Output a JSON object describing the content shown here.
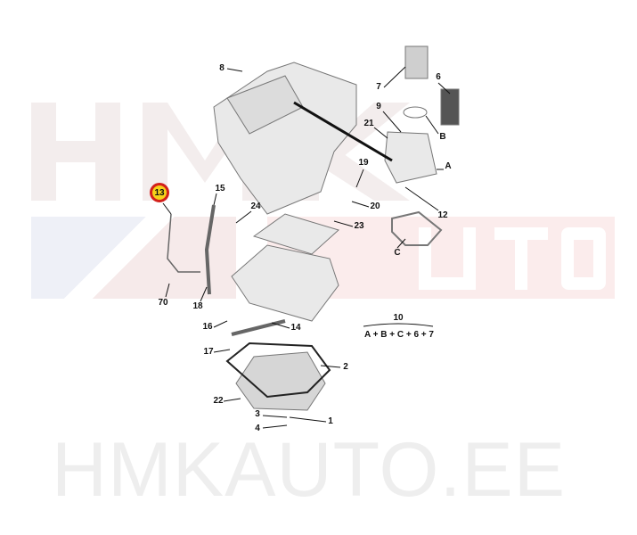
{
  "watermark": {
    "top": "HMK",
    "band": "AUTO",
    "bottom": "HMKAUTO.EE"
  },
  "highlighted_part": "13",
  "highlight_colors": {
    "fill": "#f6d21a",
    "ring": "#d3201b"
  },
  "labels": {
    "p8": "8",
    "p7": "7",
    "p6": "6",
    "p9": "9",
    "p21": "21",
    "pB": "B",
    "p19": "19",
    "pA": "A",
    "p15": "15",
    "p20": "20",
    "p24": "24",
    "p12": "12",
    "p23": "23",
    "pC": "C",
    "p70": "70",
    "p18": "18",
    "p10": "10",
    "p16": "16",
    "p14": "14",
    "p17": "17",
    "p2": "2",
    "p22": "22",
    "p3": "3",
    "p1": "1",
    "p4": "4"
  },
  "kit_formula": "A + B + C + 6 + 7"
}
